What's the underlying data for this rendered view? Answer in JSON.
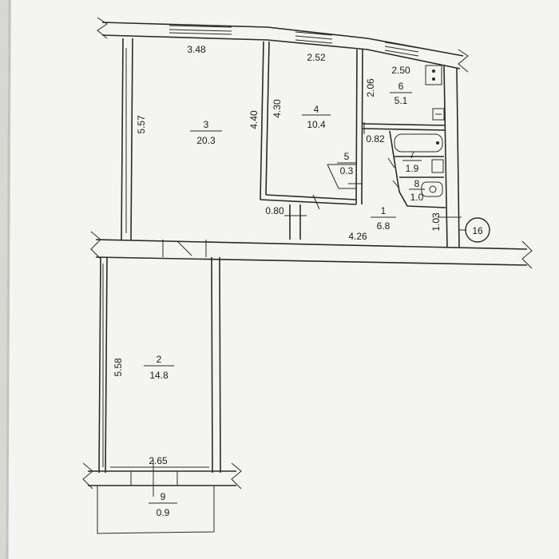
{
  "plan": {
    "rooms": [
      {
        "number": "1",
        "area": "6.8"
      },
      {
        "number": "2",
        "area": "14.8"
      },
      {
        "number": "3",
        "area": "20.3"
      },
      {
        "number": "4",
        "area": "10.4"
      },
      {
        "number": "5",
        "area": "0.3"
      },
      {
        "number": "6",
        "area": "5.1"
      },
      {
        "number": "7",
        "area": "1.9"
      },
      {
        "number": "8",
        "area": "1.0"
      },
      {
        "number": "9",
        "area": "0.9"
      }
    ],
    "dimensions": [
      "3.48",
      "2.52",
      "2.50",
      "5.57",
      "4.40",
      "4.30",
      "2.06",
      "0.82",
      "0.80",
      "4.26",
      "1.03",
      "5.58",
      "2.65"
    ],
    "unit_marker": "16"
  },
  "colors": {
    "paper": "#f4f4f2",
    "page_edge": "#c9c9c3",
    "ink": "#2a2a2a"
  }
}
